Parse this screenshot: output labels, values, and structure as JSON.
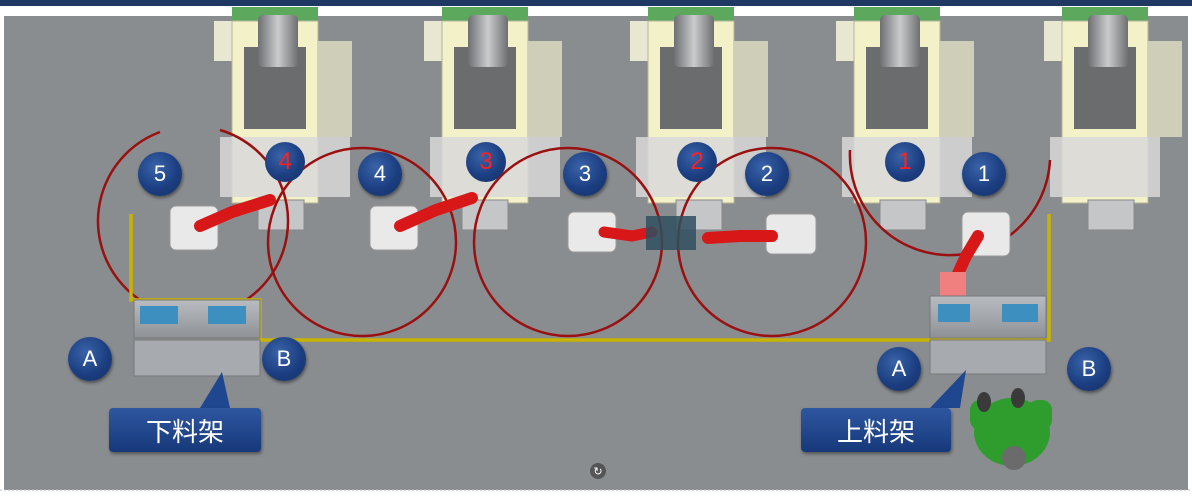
{
  "stations": [
    {
      "machine_number": "4",
      "robot_number": "5"
    },
    {
      "machine_number": "3",
      "robot_number": "4"
    },
    {
      "machine_number": "2",
      "robot_number": "3"
    },
    {
      "machine_number": "1",
      "robot_number": "2"
    },
    {
      "machine_number": "",
      "robot_number": "1"
    }
  ],
  "racks": {
    "unload": {
      "label": "下料架",
      "side_a": "A",
      "side_b": "B"
    },
    "load": {
      "label": "上料架",
      "side_a": "A",
      "side_b": "B"
    }
  },
  "colors": {
    "badge": "#1c3f82",
    "machine_number_text": "#ff2020",
    "safety_line": "#c8b400",
    "robot_reach_circle": "#9a1010",
    "machine_body": "#f3f1c8",
    "floor": "#8a8d90",
    "operator": "#2e9d2e"
  },
  "icons": {
    "rotate_handle": "rotate-icon"
  }
}
